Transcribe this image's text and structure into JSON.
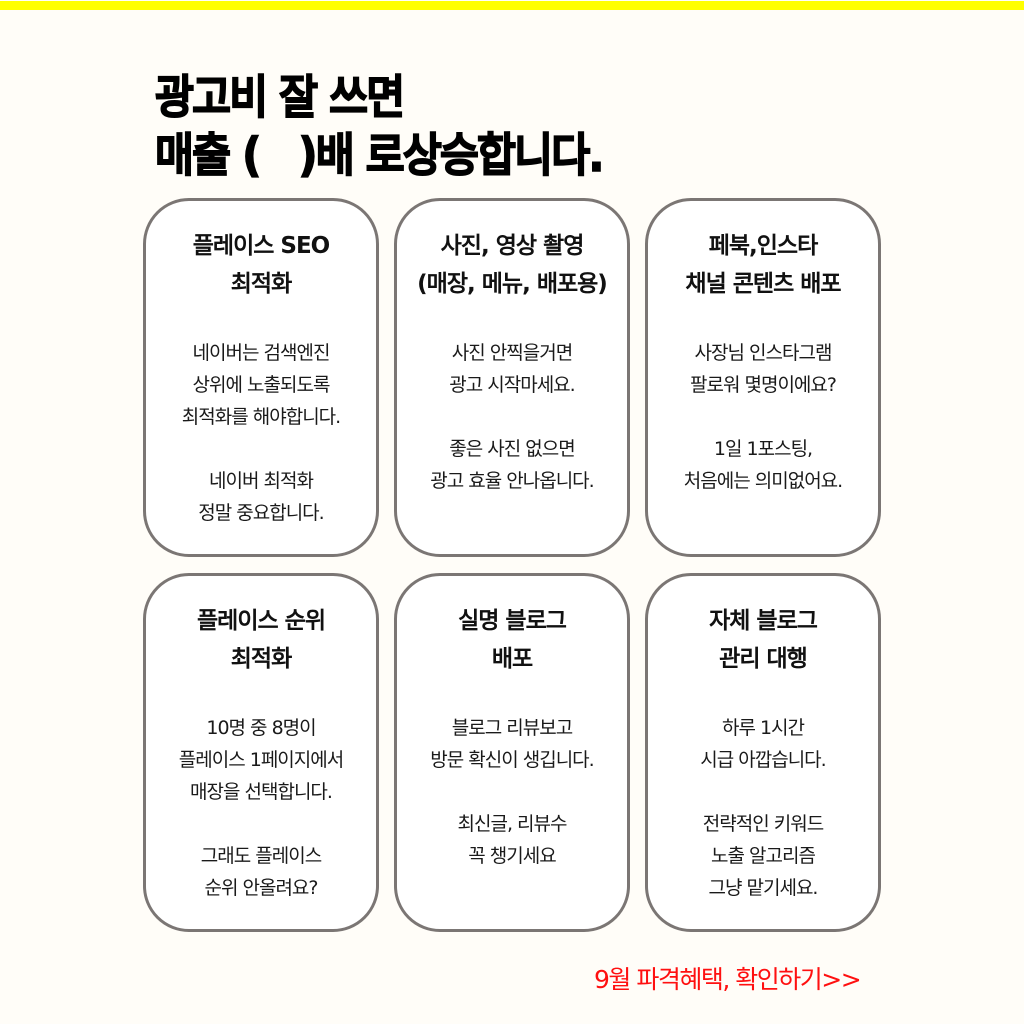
{
  "headline": {
    "line1": "광고비 잘 쓰면",
    "line2": "매출 (   )배 로상승합니다."
  },
  "cards": [
    {
      "title": "플레이스 SEO\n최적화",
      "paragraphs": [
        "네이버는 검색엔진\n상위에 노출되도록\n최적화를 해야합니다.",
        "네이버 최적화\n정말 중요합니다."
      ]
    },
    {
      "title": "사진, 영상 촬영\n(매장, 메뉴, 배포용)",
      "paragraphs": [
        "사진 안찍을거면\n광고 시작마세요.",
        "좋은 사진 없으면\n광고 효율 안나옵니다."
      ]
    },
    {
      "title": "페북,인스타\n채널 콘텐츠 배포",
      "paragraphs": [
        "사장님 인스타그램\n팔로워 몇명이에요?",
        "1일 1포스팅,\n처음에는 의미없어요."
      ]
    },
    {
      "title": "플레이스 순위\n최적화",
      "paragraphs": [
        "10명 중 8명이\n플레이스 1페이지에서\n매장을 선택합니다.",
        "그래도 플레이스\n순위 안올려요?"
      ]
    },
    {
      "title": "실명 블로그\n배포",
      "paragraphs": [
        "블로그 리뷰보고\n방문 확신이 생깁니다.",
        "최신글, 리뷰수\n꼭 챙기세요"
      ]
    },
    {
      "title": "자체 블로그\n관리 대행",
      "paragraphs": [
        "하루 1시간\n시급 아깝습니다.",
        "전략적인 키워드\n노출 알고리즘\n그냥 맡기세요."
      ]
    }
  ],
  "cta": {
    "label": "9월 파격혜택, 확인하기>>"
  },
  "colors": {
    "top_bar": "#ffff00",
    "background": "#fffdf8",
    "card_border": "#7b7674",
    "cta": "#ff1010"
  }
}
